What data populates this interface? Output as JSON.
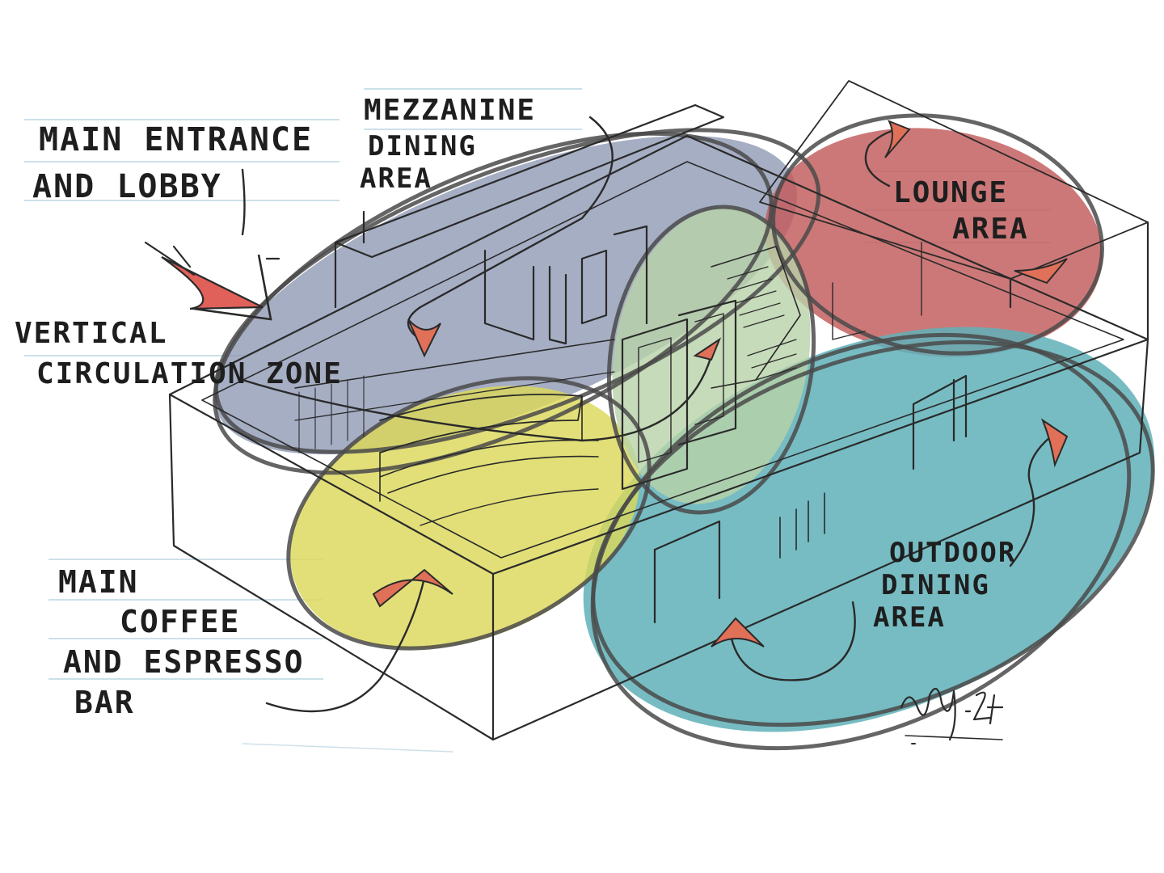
{
  "zones": [
    {
      "id": "mezzanine",
      "label_lines": [
        "MEZZANINE",
        "DINING",
        "AREA"
      ],
      "color": "#8893b0"
    },
    {
      "id": "lounge",
      "label_lines": [
        "LOUNGE",
        "AREA"
      ],
      "color": "#c25a5a"
    },
    {
      "id": "vertical",
      "label_lines": [
        "VERTICAL",
        "CIRCULATION ZONE"
      ],
      "color": "#b8d2a8"
    },
    {
      "id": "bar",
      "label_lines": [
        "MAIN",
        "COFFEE",
        "AND ESPRESSO",
        "BAR"
      ],
      "color": "#dcd85a"
    },
    {
      "id": "outdoor",
      "label_lines": [
        "OUTDOOR",
        "DINING",
        "AREA"
      ],
      "color": "#5fb0b8"
    },
    {
      "id": "entrance",
      "label_lines": [
        "MAIN ENTRANCE",
        "AND LOBBY"
      ],
      "color": "#e0605a"
    }
  ],
  "signature": {
    "text": "Skr.'24"
  },
  "colors": {
    "ink": "#2a2a2a",
    "arrow_fill": "#e07058",
    "guide_line": "#bcd6e2"
  }
}
